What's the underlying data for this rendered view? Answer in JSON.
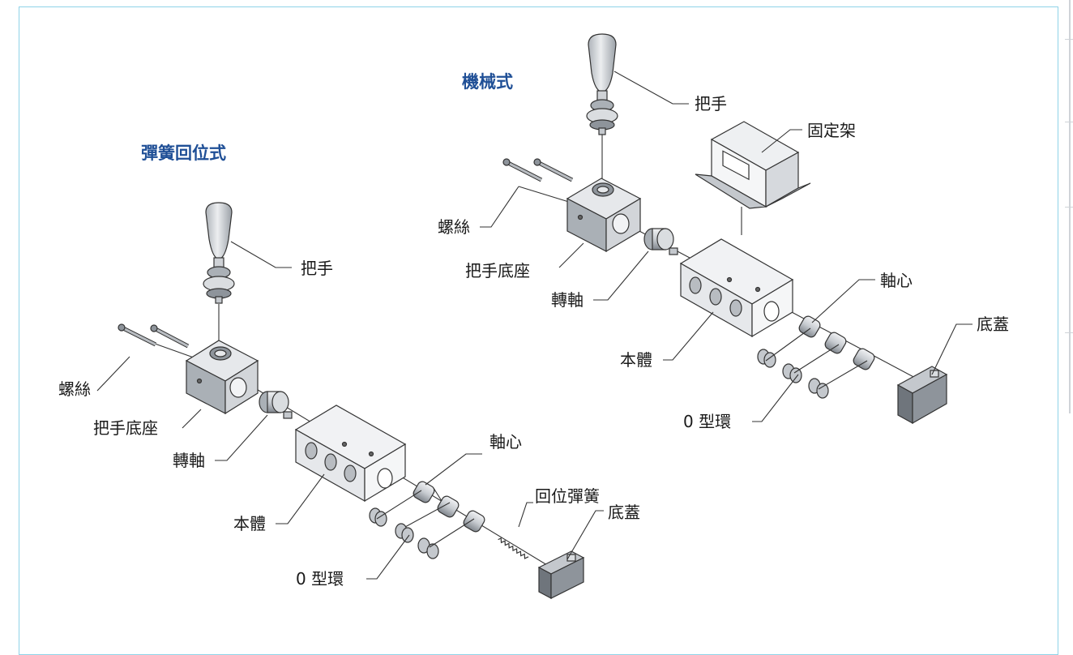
{
  "colors": {
    "frame_border": "#8fd3e8",
    "title_blue": "#1f4f96",
    "metal_light": "#e3e5e8",
    "metal_mid": "#c4c8cd",
    "metal_dark": "#8e949b"
  },
  "left_diagram": {
    "title": "彈簧回位式",
    "labels": {
      "handle": "把手",
      "screw": "螺絲",
      "handle_base": "把手底座",
      "shaft": "轉軸",
      "body": "本體",
      "spool": "軸心",
      "return_spring": "回位彈簧",
      "end_cap": "底蓋",
      "o_ring": "0 型環"
    }
  },
  "right_diagram": {
    "title": "機械式",
    "labels": {
      "handle": "把手",
      "bracket": "固定架",
      "screw": "螺絲",
      "handle_base": "把手底座",
      "shaft": "轉軸",
      "spool": "軸心",
      "end_cap": "底蓋",
      "body": "本體",
      "o_ring": "0 型環"
    }
  }
}
